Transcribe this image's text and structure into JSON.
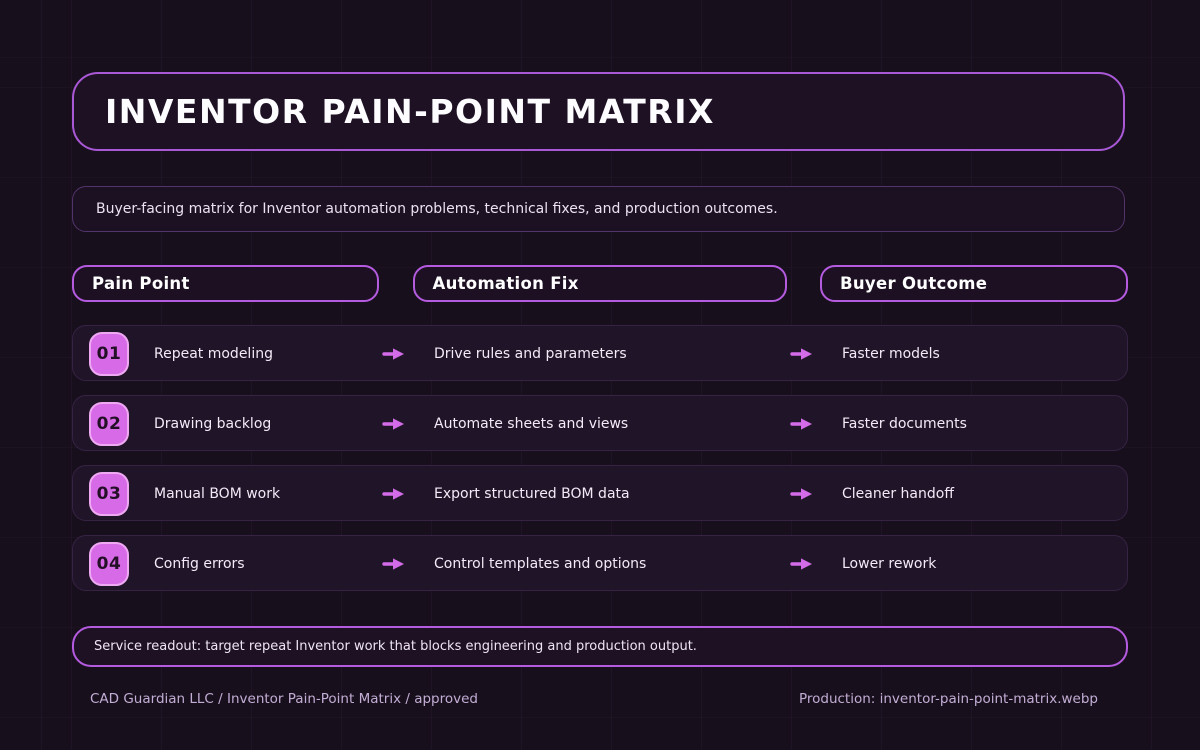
{
  "title": "INVENTOR PAIN-POINT MATRIX",
  "subtitle": "Buyer-facing matrix for Inventor automation problems, technical fixes, and production outcomes.",
  "columns": [
    {
      "label": "Pain Point"
    },
    {
      "label": "Automation Fix"
    },
    {
      "label": "Buyer Outcome"
    }
  ],
  "rows": [
    {
      "num": "01",
      "pain": "Repeat modeling",
      "fix": "Drive rules and parameters",
      "outcome": "Faster models"
    },
    {
      "num": "02",
      "pain": "Drawing backlog",
      "fix": "Automate sheets and views",
      "outcome": "Faster documents"
    },
    {
      "num": "03",
      "pain": "Manual BOM work",
      "fix": "Export structured BOM data",
      "outcome": "Cleaner handoff"
    },
    {
      "num": "04",
      "pain": "Config errors",
      "fix": "Control templates and options",
      "outcome": "Lower rework"
    }
  ],
  "service_readout": "Service readout: target repeat Inventor work that blocks engineering and production output.",
  "footer": {
    "left": "CAD Guardian LLC / Inventor Pain-Point Matrix / approved",
    "right": "Production: inventor-pain-point-matrix.webp"
  },
  "icons": {
    "arrow_right": "➜"
  },
  "colors": {
    "bg": "#180f1d",
    "panel": "#1e1124",
    "row": "#201428",
    "accent": "#a958d6",
    "accent-bright": "#b55be0",
    "dim-border": "#53346a",
    "row-border": "#362344",
    "badge-bg": "#d76ae6",
    "badge-border": "#efa9f3",
    "badge-text": "#241026",
    "arrow": "#d46be8",
    "text": "#f4edf8",
    "muted": "#c2add4"
  }
}
